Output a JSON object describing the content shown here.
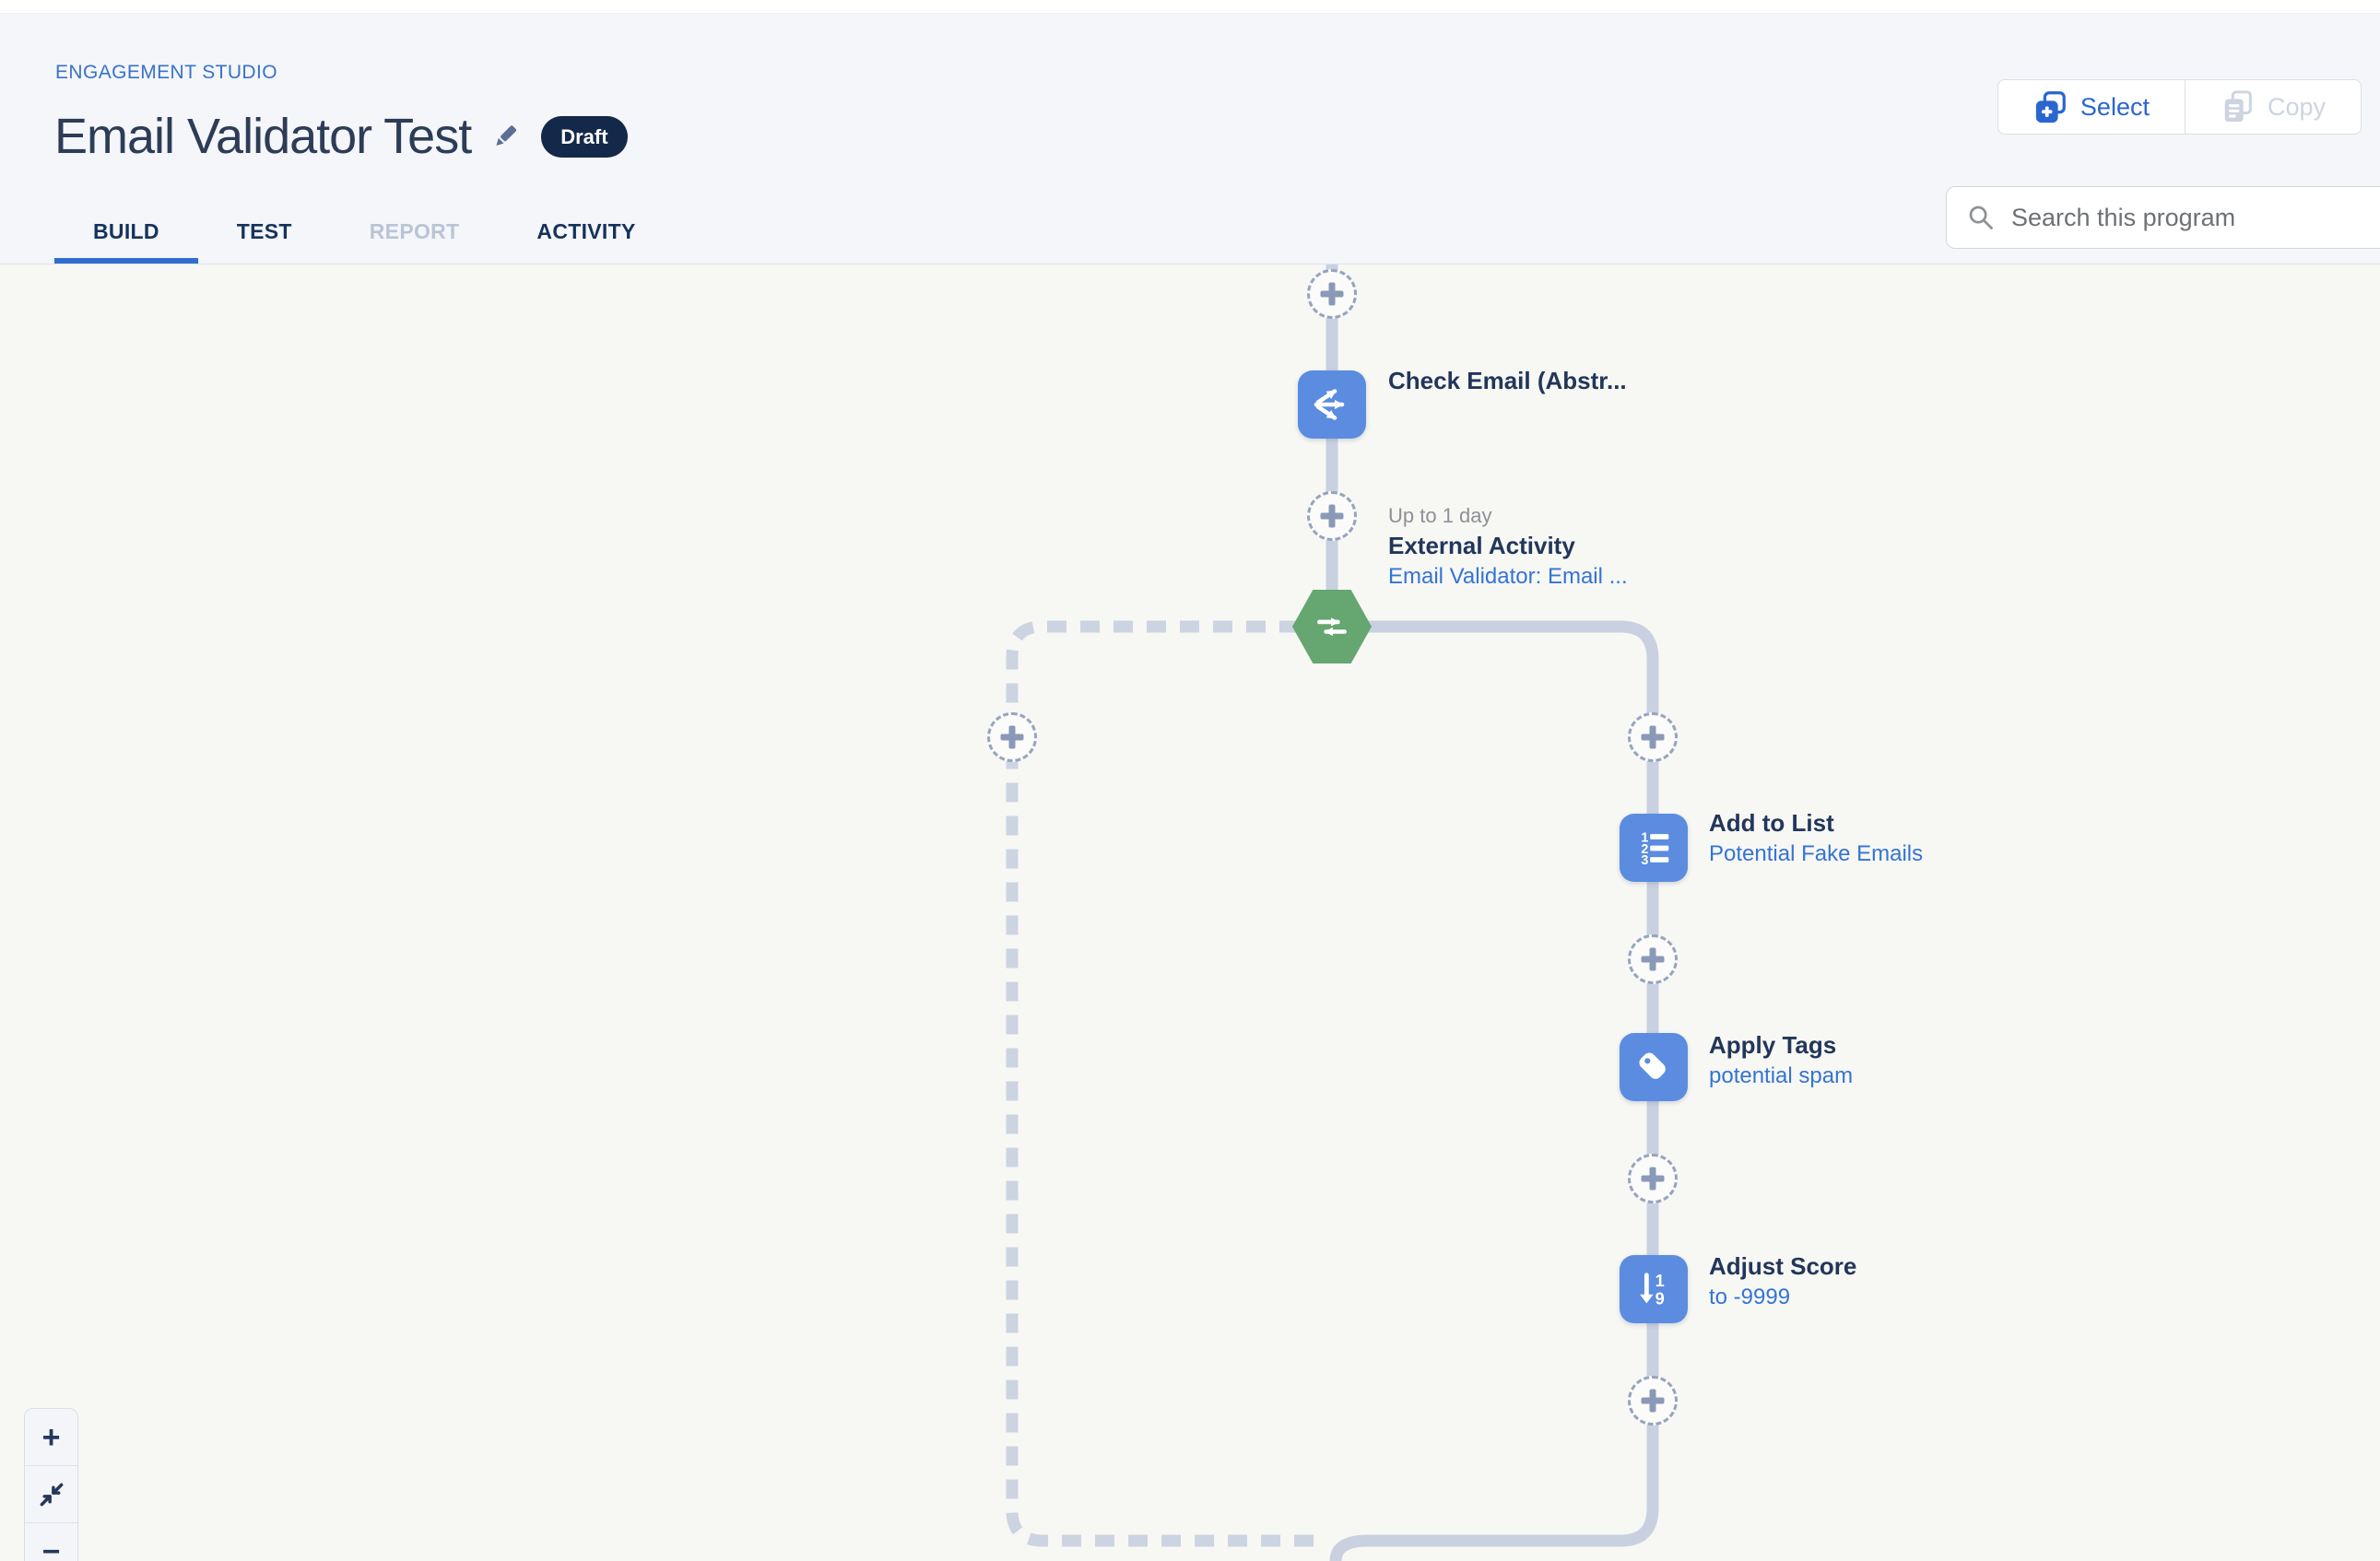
{
  "header": {
    "breadcrumb": "ENGAGEMENT STUDIO",
    "title": "Email Validator Test",
    "badge": "Draft",
    "tabs": [
      {
        "label": "BUILD"
      },
      {
        "label": "TEST"
      },
      {
        "label": "REPORT"
      },
      {
        "label": "ACTIVITY"
      }
    ],
    "select_button": "Select",
    "copy_button": "Copy",
    "search": {
      "placeholder": "Search this program"
    }
  },
  "flow": {
    "check_email": {
      "title": "Check Email (Abstr...",
      "icon": "branch-arrows-icon"
    },
    "external_activity": {
      "wait": "Up to 1 day",
      "title": "External Activity",
      "link": "Email Validator: Email ...",
      "icon": "swap-arrows-icon"
    },
    "add_to_list": {
      "title": "Add to List",
      "link": "Potential Fake Emails",
      "icon": "numbered-list-icon"
    },
    "apply_tags": {
      "title": "Apply Tags",
      "link": "potential spam",
      "icon": "tag-icon"
    },
    "adjust_score": {
      "title": "Adjust Score",
      "link": "to -9999",
      "icon": "sort-descending-icon"
    }
  },
  "zoom_controls": {
    "zoom_in": "+",
    "zoom_out": "−"
  },
  "colors": {
    "action_blue": "#5b8ce0",
    "trigger_green": "#65a671",
    "link_blue": "#3474d4",
    "navy_text": "#22365a",
    "badge_navy": "#14294a",
    "tab_underline": "#2f6ece",
    "connector_line": "#c9d1e0"
  }
}
